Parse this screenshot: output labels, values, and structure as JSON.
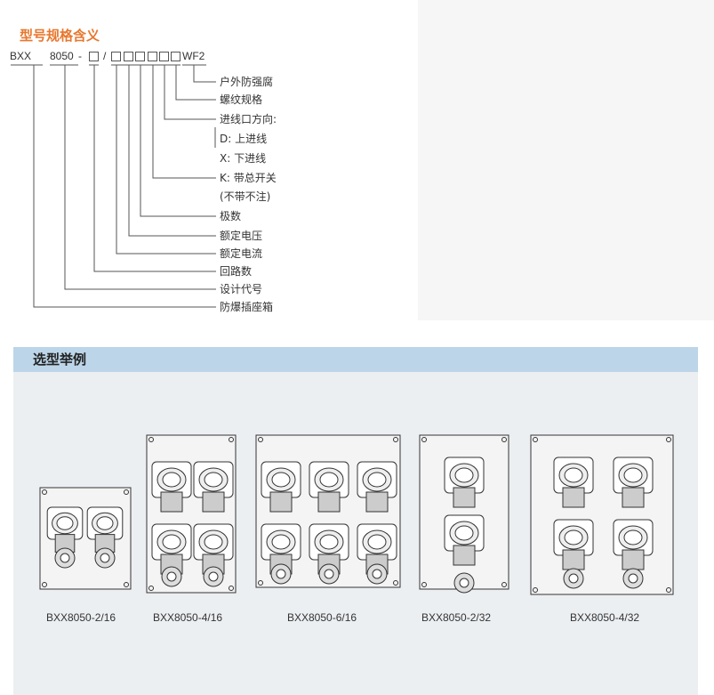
{
  "meaning": {
    "title": "型号规格含义",
    "code": {
      "prefix": "BXX",
      "design": "8050",
      "dash": "-",
      "slash": "/",
      "suffix": "WF2"
    },
    "labels": [
      "户外防强腐",
      "螺纹规格",
      "进线口方向:",
      "D: 上进线",
      "X: 下进线",
      "K: 带总开关",
      "(不带不注)",
      "极数",
      "额定电压",
      "额定电流",
      "回路数",
      "设计代号",
      "防爆插座箱"
    ]
  },
  "examples": {
    "title": "选型举例",
    "products": [
      "BXX8050-2/16",
      "BXX8050-4/16",
      "BXX8050-6/16",
      "BXX8050-2/32",
      "BXX8050-4/32"
    ]
  },
  "colors": {
    "accent": "#e8772e",
    "section_header": "#bdd5e8",
    "section_bg": "#eceff2"
  }
}
